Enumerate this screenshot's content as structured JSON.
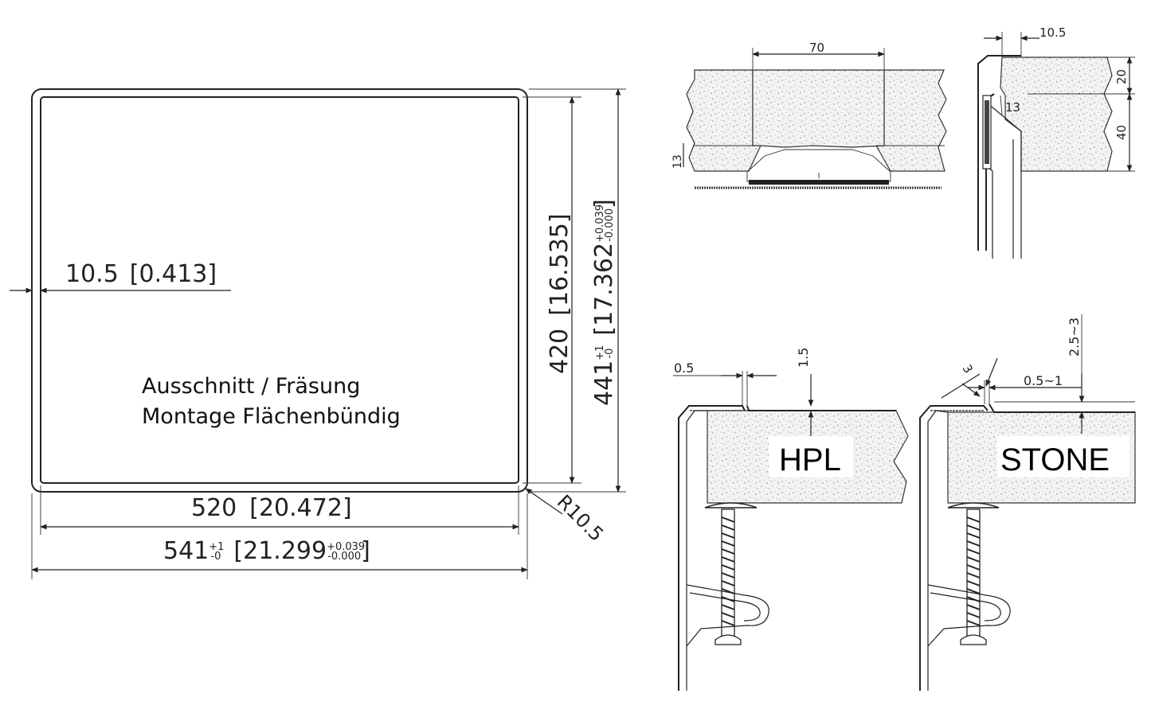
{
  "cutout": {
    "label_line1": "Ausschnitt / Fräsung",
    "label_line2": "Montage Flächenbündig",
    "offset": "10.5",
    "offset_in": "[0.413]",
    "inner_width": "520",
    "inner_width_in": "[20.472]",
    "outer_width": "541",
    "outer_width_in": "[21.299",
    "inner_height": "420",
    "inner_height_in": "[16.535]",
    "outer_height": "441",
    "outer_height_in": "[17.362",
    "tol_plus": "+1",
    "tol_minus": "-0",
    "tol_in_plus": "+0.039",
    "tol_in_minus": "-0.000",
    "tol_close": "]",
    "radius": "R10.5"
  },
  "section_top": {
    "width": "70",
    "depth": "13"
  },
  "section_side": {
    "flange": "10.5",
    "recess": "13",
    "h1": "20",
    "h2": "40"
  },
  "detail_hpl": {
    "label": "HPL",
    "gap": "0.5",
    "step": "1.5"
  },
  "detail_stone": {
    "label": "STONE",
    "gap": "0.5~1",
    "step": "2.5~3",
    "chamfer": "3"
  }
}
